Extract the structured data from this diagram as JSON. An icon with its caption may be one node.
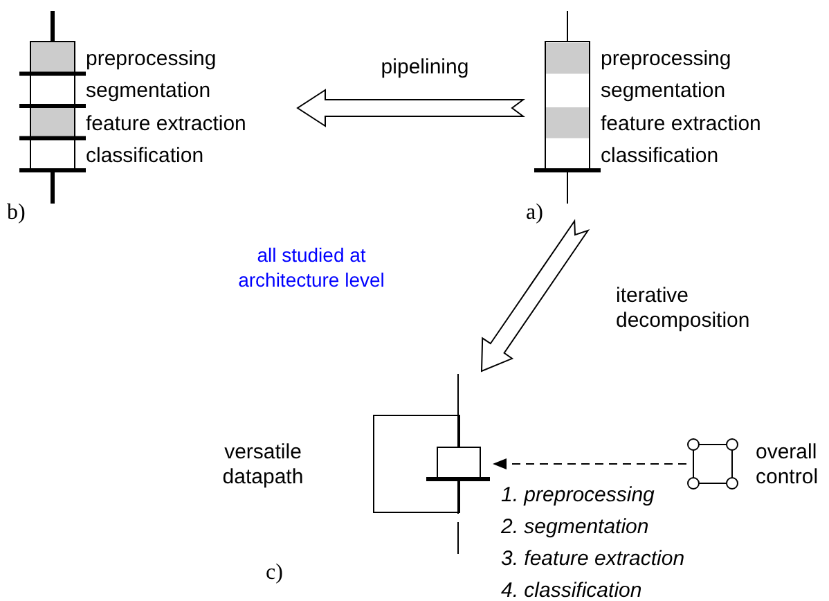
{
  "diagram": {
    "nodes": [
      {
        "text": [
          "preprocessing",
          "segmentation",
          "feature extraction",
          "classification"
        ],
        "beside": [
          "b)"
        ]
      },
      {
        "text": [
          "preprocessing",
          "segmentation",
          "feature extraction",
          "classification"
        ],
        "beside": [
          "a)"
        ]
      },
      {
        "text": [
          "versatile datapath"
        ],
        "beside": [
          "c)"
        ]
      },
      {
        "text": [
          "overall control"
        ]
      }
    ],
    "edges": [
      {
        "from": 1,
        "to": 0,
        "arrow": "to",
        "label": "pipelining"
      },
      {
        "from": 1,
        "to": 2,
        "arrow": "to",
        "label": "iterative decomposition"
      },
      {
        "from": 3,
        "to": 2,
        "arrow": "to",
        "style": "dashed"
      }
    ],
    "labels": [
      "all studied at architecture level",
      "1. preprocessing",
      "2. segmentation",
      "3. feature extraction",
      "4. classification"
    ]
  }
}
